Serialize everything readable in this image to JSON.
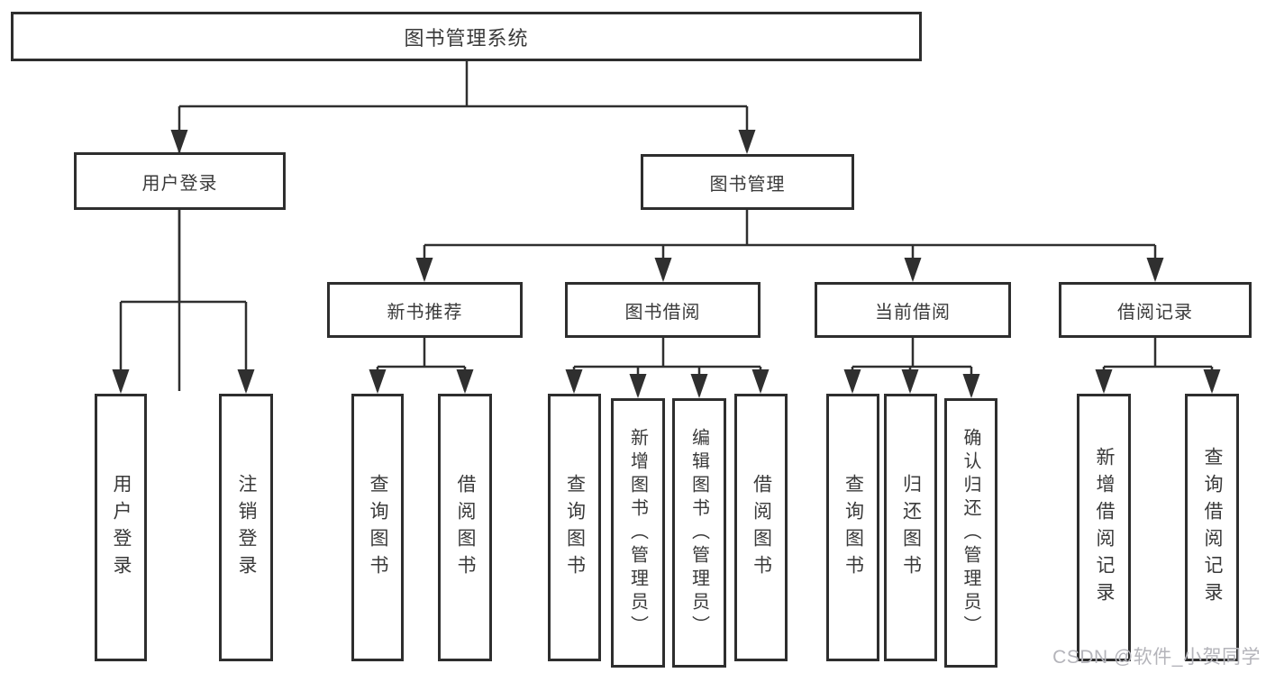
{
  "diagram": {
    "title": "图书管理系统",
    "watermark": "CSDN @软件_小贺同学",
    "colors": {
      "background": "#ffffff",
      "border": "#2e2e2e",
      "line": "#2f2f2f",
      "text": "#3a3a3a",
      "watermark": "#b4b4ba"
    },
    "tree": {
      "label": "图书管理系统",
      "children": [
        {
          "label": "用户登录",
          "children": [
            {
              "label": "用户登录"
            },
            {
              "label": "注销登录"
            }
          ]
        },
        {
          "label": "图书管理",
          "children": [
            {
              "label": "新书推荐",
              "children": [
                {
                  "label": "查询图书"
                },
                {
                  "label": "借阅图书"
                }
              ]
            },
            {
              "label": "图书借阅",
              "children": [
                {
                  "label": "查询图书"
                },
                {
                  "label": "新增图书（管理员）"
                },
                {
                  "label": "编辑图书（管理员）"
                },
                {
                  "label": "借阅图书"
                }
              ]
            },
            {
              "label": "当前借阅",
              "children": [
                {
                  "label": "查询图书"
                },
                {
                  "label": "归还图书"
                },
                {
                  "label": "确认归还（管理员）"
                }
              ]
            },
            {
              "label": "借阅记录",
              "children": [
                {
                  "label": "新增借阅记录"
                },
                {
                  "label": "查询借阅记录"
                }
              ]
            }
          ]
        }
      ]
    }
  }
}
